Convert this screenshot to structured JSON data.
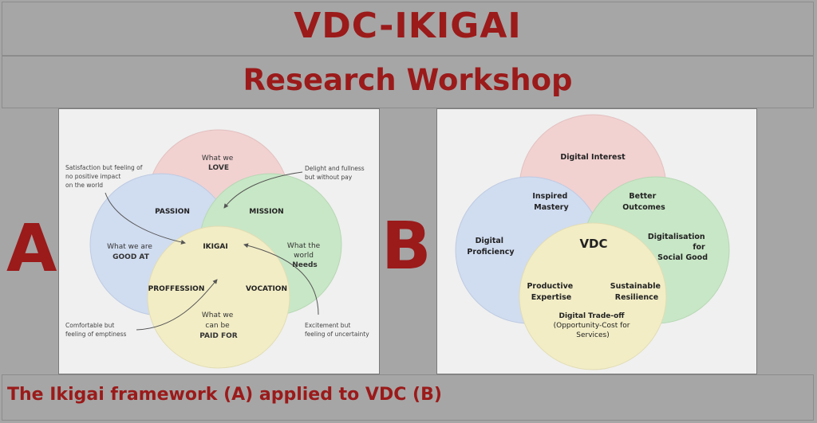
{
  "title": "VDC-IKIGAI",
  "subtitle": "Research Workshop",
  "caption": "The Ikigai framework (A) applied to VDC (B)",
  "panel_a": {
    "letter": "A",
    "circles": {
      "love": [
        "What we",
        "LOVE"
      ],
      "good_at": [
        "What we are",
        "GOOD AT"
      ],
      "needs": [
        "What the",
        "world",
        "Needs"
      ],
      "paid_for": [
        "What we",
        "can be",
        "PAID FOR"
      ]
    },
    "overlaps": {
      "passion": "PASSION",
      "mission": "MISSION",
      "proffession": "PROFFESSION",
      "vocation": "VOCATION",
      "center": "IKIGAI"
    },
    "notes": {
      "top_left": [
        "Satisfaction but feeling of",
        "no positive impact",
        "on the world"
      ],
      "top_right": [
        "Delight and fullness",
        "but without pay"
      ],
      "bottom_left": [
        "Comfortable but",
        "feeling of emptiness"
      ],
      "bottom_right": [
        "Excitement but",
        "feeling of uncertainty"
      ]
    }
  },
  "panel_b": {
    "letter": "B",
    "circles": {
      "top": [
        "Digital Interest"
      ],
      "left": [
        "Digital",
        "Proficiency"
      ],
      "right": [
        "Digitalisation",
        "for",
        "Social Good"
      ],
      "bottom": [
        "Digital Trade-off",
        "(Opportunity-Cost for",
        "Services)"
      ]
    },
    "overlaps": {
      "top_left": [
        "Inspired",
        "Mastery"
      ],
      "top_right": [
        "Better",
        "Outcomes"
      ],
      "bottom_left": [
        "Productive",
        "Expertise"
      ],
      "bottom_right": [
        "Sustainable",
        "Resilience"
      ],
      "center": "VDC"
    }
  },
  "colors": {
    "accent": "#9b1a1a",
    "red_circle": "#f4b8b8",
    "blue_circle": "#b7cdf0",
    "green_circle": "#a8e0a4",
    "yellow_circle": "#f4eca2"
  }
}
